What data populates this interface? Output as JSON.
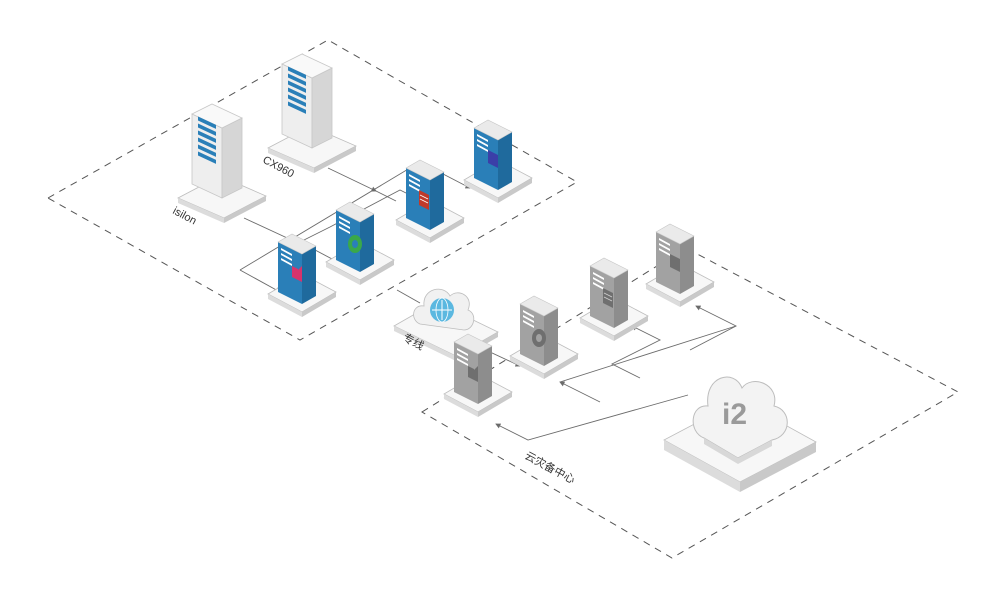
{
  "diagram": {
    "labels": {
      "isilon": "isilon",
      "cx960": "CX960",
      "dedicated_line": "专线",
      "cloud_dr_center": "云灾备中心",
      "i2_logo": "i2"
    },
    "colors": {
      "boundary": "#555555",
      "connector": "#6b6b6b",
      "platform_top": "#f7f7f7",
      "platform_side": "#dcdcdc",
      "production_blue": "#2a7fb8",
      "cloud_blue": "#5bb8e0",
      "gray_server": "#8d8d8d",
      "badge_magenta": "#d6336c",
      "badge_green": "#3aa84a",
      "badge_red": "#c0392b",
      "badge_purple": "#3b3fa8"
    }
  }
}
